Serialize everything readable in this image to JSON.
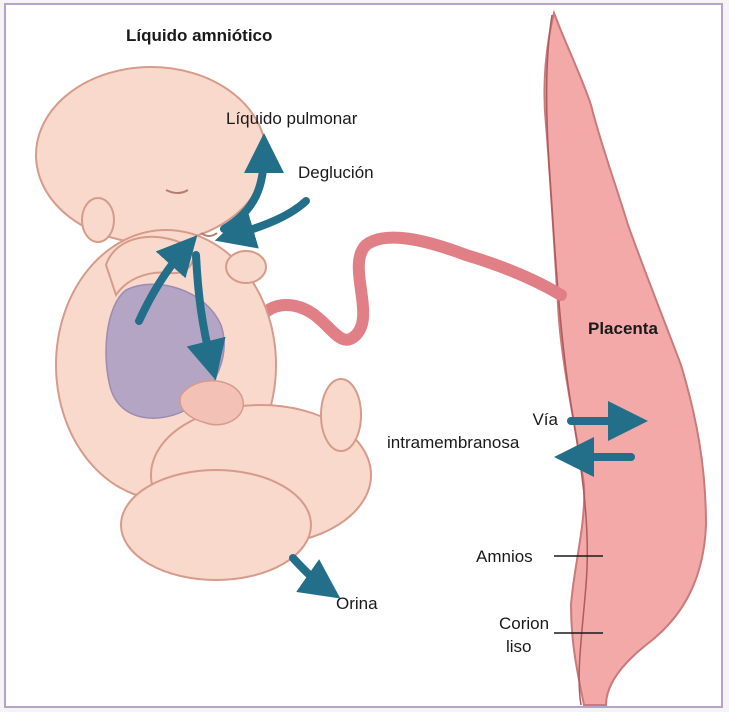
{
  "title": "Líquido amniótico",
  "labels": {
    "lung_fluid": "Líquido pulmonar",
    "swallowing": "Deglución",
    "placenta": "Placenta",
    "intramembranous_1": "Vía",
    "intramembranous_2": "intramembranosa",
    "amnion": "Amnios",
    "chorion_1": "Corion",
    "chorion_2": "liso",
    "urine": "Orina"
  },
  "colors": {
    "arrow": "#236f8a",
    "skin": "#f9d9cc",
    "skin_outline": "#d69b8a",
    "lung": "#a99cc4",
    "placenta": "#f2a9a8",
    "cord": "#e07f86",
    "frame": "#b6a3c8"
  }
}
